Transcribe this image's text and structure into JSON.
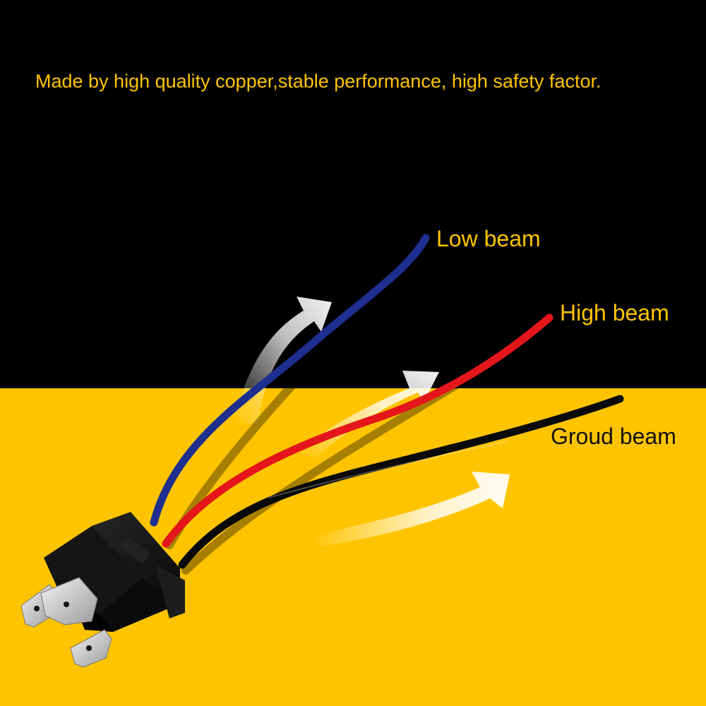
{
  "tagline": "Made by high quality copper,stable performance, high safety factor.",
  "labels": {
    "low_beam": "Low beam",
    "high_beam": "High beam",
    "ground_beam": "Groud beam"
  },
  "colors": {
    "background_top": "#000000",
    "background_bottom": "#FFC400",
    "text_accent": "#FFC400",
    "wire_low": "#1E2F8F",
    "wire_high": "#E4161B",
    "wire_ground": "#0A0A0A"
  }
}
